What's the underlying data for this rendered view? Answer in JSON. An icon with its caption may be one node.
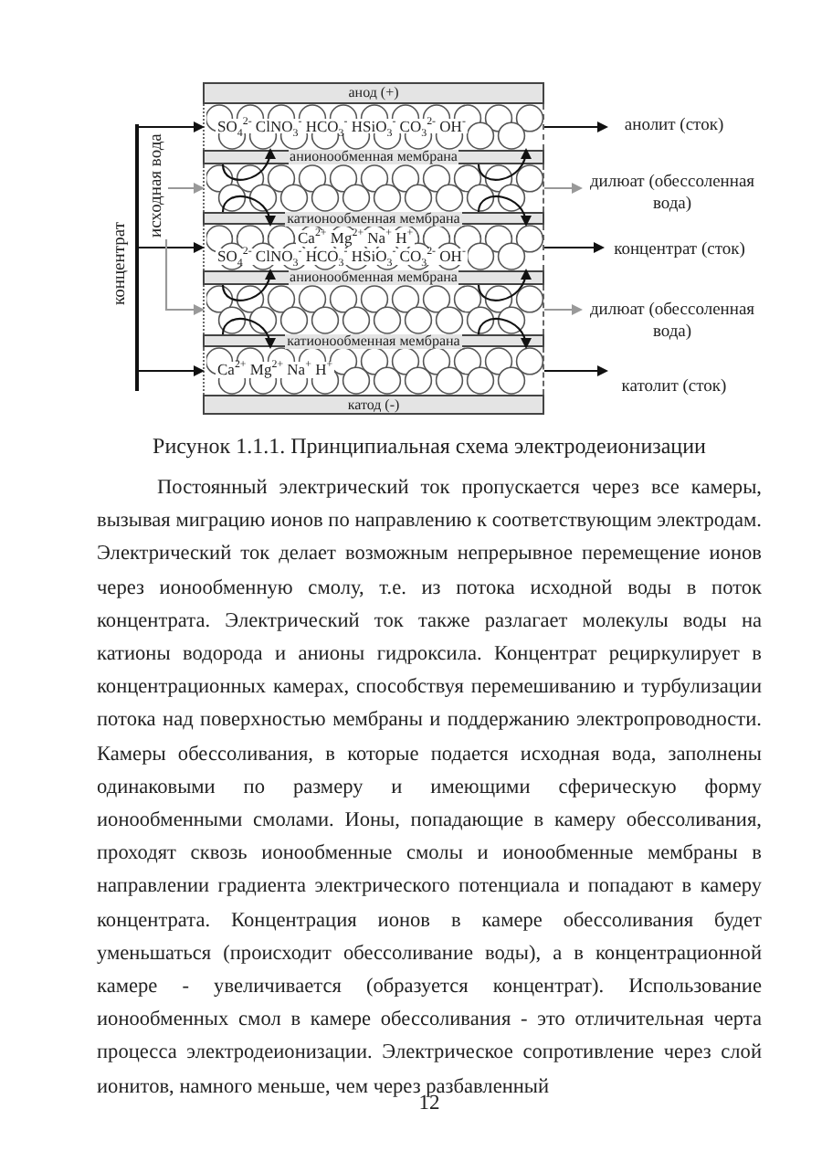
{
  "diagram": {
    "caption": "Рисунок 1.1.1. Принципиальная схема электродеионизации",
    "nodes": [
      {
        "text": [
          "анод (+)"
        ]
      },
      {
        "text": [
          "SO$_{4}$$^{2-}$ ClNO$_{3}$$^{-}$ HCO$_{3}$$^{-}$ HSiO$_{3}$$^{-}$ CO$_{3}$$^{2-}$ OH$^{-}$"
        ]
      },
      {
        "text": [
          "анионообменная мембрана"
        ]
      },
      {
        "text": [],
        "shape": "box"
      },
      {
        "text": [
          "катионообменная мембрана"
        ]
      },
      {
        "text": [
          "Ca$^{2+}$ Mg$^{2+}$ Na$^{+}$ H$^{+}$",
          "SO$_{4}$$^{2-}$ ClNO$_{3}$$^{-}$ HCO$_{3}$$^{-}$ HSiO$_{3}$$^{-}$ CO$_{3}$$^{2-}$ OH$^{-}$"
        ]
      },
      {
        "text": [
          "анионообменная мембрана"
        ]
      },
      {
        "text": [],
        "shape": "box"
      },
      {
        "text": [
          "катионообменная мембрана"
        ]
      },
      {
        "text": [
          "Ca$^{2+}$ Mg$^{2+}$ Na$^{+}$ H$^{+}$"
        ]
      },
      {
        "text": [
          "катод (-)"
        ]
      },
      {
        "text": [
          "концентрат"
        ]
      },
      {
        "text": [
          "исходная вода"
        ]
      },
      {
        "text": [
          "анолит (сток)"
        ]
      },
      {
        "text": [
          "дилюат (обессоленная вода)"
        ]
      },
      {
        "text": [
          "концентрат (сток)"
        ]
      },
      {
        "text": [
          "дилюат (обессоленная вода)"
        ]
      },
      {
        "text": [
          "католит (сток)"
        ]
      }
    ],
    "edges": [
      {
        "from": 11,
        "to": 1,
        "arrow": "to"
      },
      {
        "from": 11,
        "to": 5,
        "arrow": "to"
      },
      {
        "from": 11,
        "to": 9,
        "arrow": "to"
      },
      {
        "from": 12,
        "to": 3,
        "arrow": "to",
        "color": "#999999"
      },
      {
        "from": 12,
        "to": 7,
        "arrow": "to",
        "color": "#999999"
      },
      {
        "from": 1,
        "to": 13,
        "arrow": "to"
      },
      {
        "from": 3,
        "to": 14,
        "arrow": "to",
        "color": "#999999"
      },
      {
        "from": 5,
        "to": 15,
        "arrow": "to"
      },
      {
        "from": 7,
        "to": 16,
        "arrow": "to",
        "color": "#999999"
      },
      {
        "from": 9,
        "to": 17,
        "arrow": "to"
      },
      {
        "from": 3,
        "to": 1,
        "arrow": "to"
      },
      {
        "from": 3,
        "to": 1,
        "arrow": "to"
      },
      {
        "from": 3,
        "to": 5,
        "arrow": "to"
      },
      {
        "from": 3,
        "to": 5,
        "arrow": "to"
      },
      {
        "from": 7,
        "to": 5,
        "arrow": "to"
      },
      {
        "from": 7,
        "to": 5,
        "arrow": "to"
      },
      {
        "from": 7,
        "to": 9,
        "arrow": "to"
      },
      {
        "from": 7,
        "to": 9,
        "arrow": "to"
      }
    ],
    "labels": [
      "Постоянный электрический ток пропускается через все камеры, вызывая миграцию ионов по направлению к соответствующим электродам. Электрический ток делает возможным непрерывное перемещение ионов через ионообменную смолу, т.е. из потока исходной воды в поток концентрата. Электрический ток также разлагает молекулы воды на катионы водорода и анионы гидроксила. Концентрат рециркулирует в концентрационных камерах, способствуя перемешиванию и турбулизации потока над поверхностью мембраны и поддержанию электропроводности. Камеры обессоливания, в которые подается исходная вода, заполнены одинаковыми по размеру и имеющими сферическую форму ионообменными смолами. Ионы, попадающие в камеру обессоливания, проходят сквозь ионообменные смолы и ионообменные мембраны в направлении градиента электрического потенциала и попадают в камеру концентрата. Концентрация ионов в камере обессоливания будет уменьшаться (происходит обессоливание воды), а в концентрационной камере - увеличивается (образуется концентрат). Использование ионообменных смол в камере обессоливания - это отличительная черта процесса электродеионизации. Электрическое сопротивление через слой ионитов, намного меньше, чем через разбавленный",
      "12"
    ]
  }
}
